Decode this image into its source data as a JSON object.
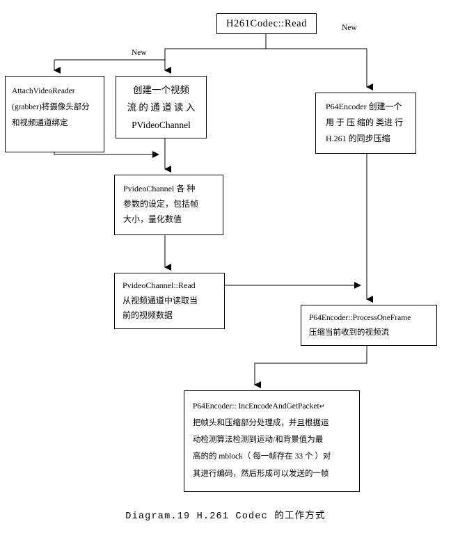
{
  "diagram": {
    "title": "H.261 Codec flowchart",
    "caption": "Diagram.19 H.261 Codec 的工作方式",
    "line_color": "#000000",
    "background_color": "#ffffff",
    "edge_labels": {
      "new_left": "New",
      "new_right": "New"
    },
    "nodes": {
      "root": {
        "id": "h261-codec-read",
        "lines": [
          "H261Codec::Read"
        ]
      },
      "attach_video_reader": {
        "id": "attach-video-reader",
        "lines": [
          "AttachVideoReader",
          "(grabber)将摄像头部分",
          "和视频通道绑定"
        ]
      },
      "create_channel": {
        "id": "create-video-channel",
        "lines": [
          "创建一个视频",
          "流 的 通 道 读 入",
          "PVideoChannel"
        ]
      },
      "p64encoder_new": {
        "id": "p64encoder-new",
        "lines": [
          "P64Encoder 创建一个",
          "用 于 压 缩的 类进 行",
          "H.261 的同步压缩"
        ]
      },
      "channel_params": {
        "id": "pvideochannel-params",
        "lines": [
          "PvideoChannel 各 种",
          "参数的设定，包括帧",
          "大小，量化数值"
        ]
      },
      "channel_read": {
        "id": "pvideochannel-read",
        "lines": [
          "PvideoChannel::Read",
          "从视频通道中读取当",
          "前的视频数据"
        ]
      },
      "process_one_frame": {
        "id": "p64encoder-process-one-frame",
        "lines": [
          "P64Encoder::ProcessOneFrame",
          "压缩当前收到的视频流"
        ]
      },
      "inc_encode": {
        "id": "p64encoder-inc-encode-and-get-packet",
        "lines": [
          "P64Encoder:: IncEncodeAndGetPacket",
          "把帧头和压缩部分处理成，并且根据运",
          "动检测算法检测到运动/和背景值为最",
          "高的的 mblock（ 每一帧存在 33 个 ）对",
          "其进行编码，然后形成可以发送的一帧"
        ],
        "return_mark": "↵"
      }
    }
  }
}
